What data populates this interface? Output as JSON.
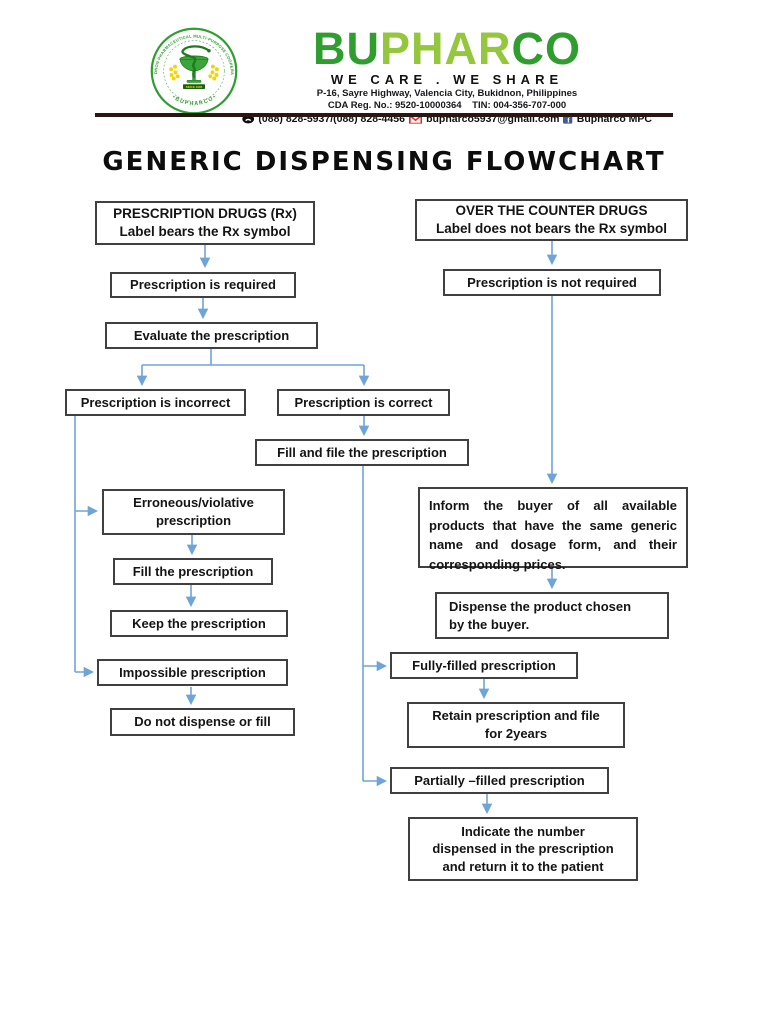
{
  "colors": {
    "brand_green": "#2f9e2f",
    "brand_light_green": "#95c73d",
    "arrow_blue": "#6fa4d8",
    "facebook_blue": "#3e5b98",
    "gmail_red": "#d93025",
    "divider_maroon": "#2a1712",
    "flower_yellow": "#f2d400"
  },
  "header": {
    "brand_parts": {
      "part1": "BU",
      "part2": "PHAR",
      "part3": "CO"
    },
    "tagline": "WE CARE . WE SHARE",
    "address": "P-16, Sayre Highway, Valencia City, Bukidnon, Philippines",
    "reg_line": "CDA Reg. No.: 9520-10000364    TIN: 004-356-707-000",
    "contacts": {
      "phone": "(088) 828-5937/(088) 828-4456",
      "email": "bupharco5937@gmail.com",
      "facebook": "Bupharco MPC"
    },
    "logo": {
      "ring_top": "BUKIDNON PHARMACEUTICAL MULTI-PURPOSE COOPERATIVE",
      "ring_bottom": "•  B U P H A R C O  •",
      "banner": "SINCE 1985",
      "facebook_f": "f"
    }
  },
  "flowchart": {
    "title": "GENERIC DISPENSING FLOWCHART",
    "boxes": {
      "rx_header": "PRESCRIPTION DRUGS (Rx)\nLabel bears the Rx symbol",
      "otc_header": "OVER THE COUNTER DRUGS\nLabel does not bears the Rx symbol",
      "prescription_required": "Prescription is required",
      "prescription_not_required": "Prescription is not required",
      "evaluate": "Evaluate the prescription",
      "incorrect": "Prescription is incorrect",
      "correct": "Prescription is correct",
      "fill_and_file": "Fill and file the prescription",
      "inform_buyer": "Inform the buyer of all available products that have the same generic name and dosage form, and their corresponding prices.",
      "erroneous": "Erroneous/violative\nprescription",
      "fill": "Fill the prescription",
      "keep": "Keep the prescription",
      "dispense_chosen": "Dispense the product chosen\nby the buyer.",
      "impossible": "Impossible prescription",
      "fully_filled": "Fully-filled prescription",
      "retain": "Retain prescription and file\nfor 2years",
      "do_not_dispense": "Do not dispense or fill",
      "partially_filled": "Partially –filled prescription",
      "indicate": "Indicate the number\ndispensed in the prescription\nand return it to the patient"
    }
  }
}
